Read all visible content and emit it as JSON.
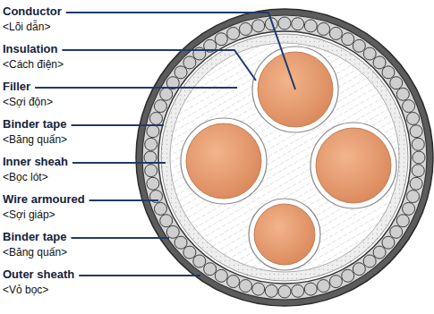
{
  "diagram": {
    "labels": [
      "Conductor",
      "<Lõi dẫn>",
      "Insulation",
      "<Cách điện>",
      "Filler",
      "<Sợi độn>",
      "Binder tape",
      "<Băng quấn>",
      "Inner sheah",
      "<Bọc lót>",
      "Wire armoured",
      "<Sợi giáp>",
      "Binder tape",
      "<Băng quấn>",
      "Outer sheath",
      "<Vỏ bọc>"
    ]
  }
}
